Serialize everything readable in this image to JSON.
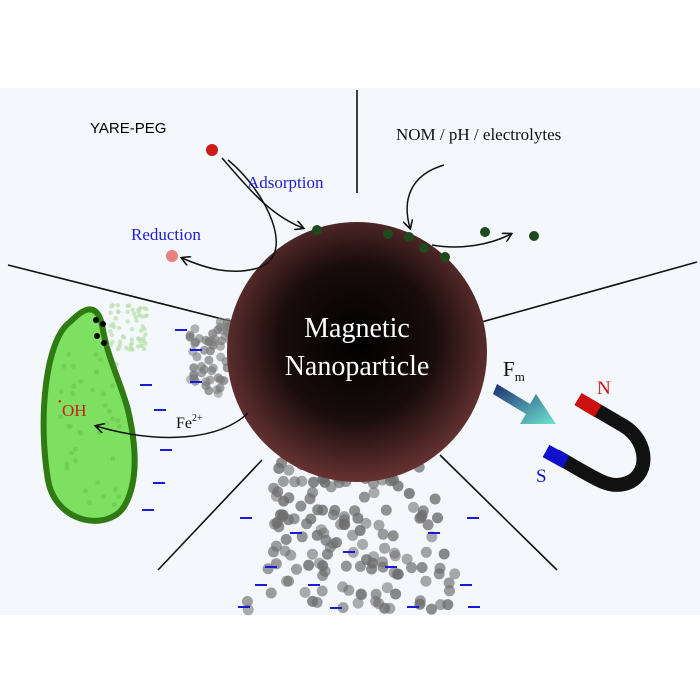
{
  "header": {
    "label": "YARE-PEG"
  },
  "nanoparticle": {
    "line1": "Magnetic",
    "line2": "Nanoparticle"
  },
  "labels": {
    "adsorption": "Adsorption",
    "reduction": "Reduction",
    "nom": "NOM / pH / electrolytes",
    "fe_base": "Fe",
    "fe_sup": "2+",
    "oh_dot": "•",
    "oh": "OH",
    "force_base": "F",
    "force_sub": "m",
    "north": "N",
    "south": "S"
  },
  "colors": {
    "particle_core": "#0a0505",
    "particle_edge": "#5a2a2a",
    "label_blue": "#2020d0",
    "cell_fill": "#7ee060",
    "cell_border": "#2f7a12",
    "contaminant_red": "#cc1a1a",
    "reduced_pink": "#e98080",
    "adsorbed_green": "#1e4a1e",
    "charge_blue": "#1a1ad8",
    "magnet_red": "#cc1010",
    "magnet_blue": "#1010cc",
    "arrow_dark": "#1d2d72",
    "arrow_light": "#6fe6cf"
  },
  "icons": [
    "magnet-icon",
    "force-arrow-icon"
  ]
}
